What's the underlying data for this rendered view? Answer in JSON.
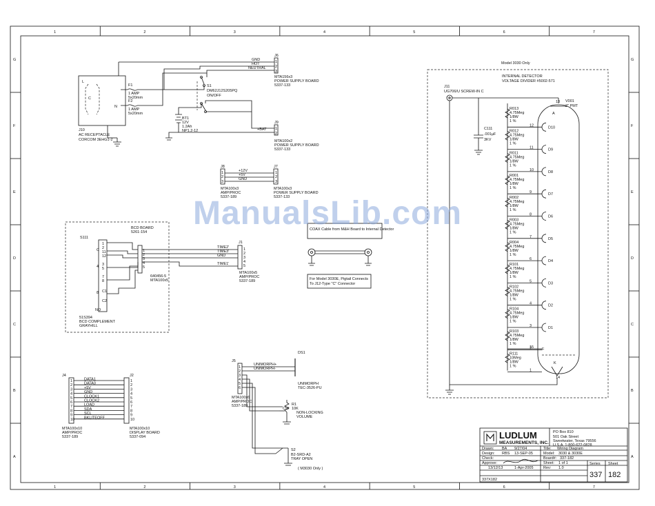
{
  "grid": {
    "cols": [
      "1",
      "2",
      "3",
      "4",
      "5",
      "6",
      "7"
    ],
    "rows": [
      "G",
      "F",
      "E",
      "D",
      "C",
      "B",
      "A"
    ]
  },
  "watermark": "ManualsLib.com",
  "power": {
    "j6": {
      "ref": "J6",
      "pins": [
        "1",
        "2",
        "3"
      ],
      "wires": [
        "GND",
        "HOT",
        "NEUTRAL"
      ],
      "part": "MTA156x3",
      "board": "POWER SUPPLY BOARD",
      "num": "5337-133"
    },
    "fuses": [
      {
        "ref": "F1",
        "rating": "1 AMP",
        "size": "5x20mm"
      },
      {
        "ref": "F2",
        "rating": "1 AMP",
        "size": "5x20mm"
      }
    ],
    "switch": {
      "ref": "S1",
      "part": "DM62J12S205PQ",
      "desc": "ON/OFF"
    },
    "battery": {
      "ref": "BT1",
      "v": "12V",
      "cap": "1.2Ah",
      "part": "NP1.2-12"
    },
    "receptacle": {
      "ref": "J10",
      "desc": "AC RECEPTACLE",
      "part": "CORCOM 3EHG1-2",
      "pins": [
        "L",
        "C",
        "N"
      ]
    },
    "j9": {
      "ref": "J9",
      "pins": [
        "1",
        "2"
      ],
      "wire": "+BAT",
      "part": "MTA100x2",
      "board": "POWER SUPPLY BOARD",
      "num": "5337-133"
    }
  },
  "j8": {
    "ref": "J8",
    "pins": [
      "1",
      "2",
      "3"
    ],
    "wires": [
      "+12V",
      "+5V",
      "GND"
    ],
    "part": "MTA100x3",
    "board": "AMP/PROC",
    "num": "5337-189"
  },
  "j7": {
    "ref": "J7",
    "pins": [
      "1",
      "2",
      "3"
    ],
    "part": "MTA100x3",
    "board": "POWER SUPPLY BOARD",
    "num": "5337-133"
  },
  "bcd": {
    "title": "BCD BOARD",
    "num": "5261-154",
    "s111": "S111",
    "left_pins": [
      "1",
      "2",
      "11",
      "12",
      "3",
      "5",
      "7",
      "8",
      "C1",
      "C2"
    ],
    "left_labels": [
      "C",
      "4",
      "8",
      "NO"
    ],
    "conn": {
      "ref": "640456-5",
      "part": "MTA100x5",
      "pins": [
        "1",
        "2",
        "3",
        "4",
        "5"
      ]
    },
    "sw_part": "51S394",
    "sw_desc": "BCD COMPLEMENT",
    "sw_mfr": "GRAYHILL",
    "j1": {
      "ref": "J1",
      "pins": [
        "1",
        "2",
        "3",
        "4",
        "5"
      ],
      "wires": [
        "TIME2'",
        "TIME3'",
        "GND",
        "TIME1'"
      ],
      "part": "MTA100x5",
      "board": "AMP/PROC",
      "num": "5337-189"
    }
  },
  "coax": {
    "note1": "COAX Cable from M&H Board to Internal Detector",
    "note2_l1": "For Model 3030E, Pigtail Connects",
    "note2_l2": "To J12-Type \"C\" Connector"
  },
  "detector": {
    "model": "Model 3030 Only",
    "title": "INTERNAL DETECTOR",
    "sub": "VOLTAGE DIVIDER #5002-571",
    "j11": "J11",
    "j11_part": "UG706/U SCREW-IN C",
    "c111": {
      "ref": "C111",
      "val": ".001µF",
      "v": "3KV"
    },
    "v001": {
      "ref": "V001",
      "desc": "2\" PMT"
    },
    "resistors": [
      {
        "ref": "R013",
        "val": "4.75Meg"
      },
      {
        "ref": "R012",
        "val": "4.75Meg"
      },
      {
        "ref": "R011",
        "val": "4.75Meg"
      },
      {
        "ref": "R001",
        "val": "4.75Meg"
      },
      {
        "ref": "R002",
        "val": "4.75Meg"
      },
      {
        "ref": "R003",
        "val": "4.75Meg"
      },
      {
        "ref": "R004",
        "val": "4.75Meg"
      },
      {
        "ref": "R101",
        "val": "4.75Meg"
      },
      {
        "ref": "R102",
        "val": "4.75Meg"
      },
      {
        "ref": "R104",
        "val": "4.75Meg"
      },
      {
        "ref": "R103",
        "val": "4.75Meg"
      },
      {
        "ref": "R111",
        "val": "10Meg"
      }
    ],
    "r_w": "1/8W",
    "r_tol": "1 %",
    "pins": [
      "13",
      "12",
      "11",
      "10",
      "9",
      "8",
      "7",
      "6",
      "5",
      "4",
      "3",
      "2",
      "1",
      "15",
      "14"
    ],
    "dynodes": [
      "D10",
      "D9",
      "D8",
      "D7",
      "D6",
      "D5",
      "D4",
      "D3",
      "D2",
      "D1"
    ],
    "anode": "A",
    "focus": "F",
    "cathode": "K"
  },
  "j4": {
    "ref": "J4",
    "pins": [
      "1",
      "2",
      "3",
      "4",
      "5",
      "6",
      "7",
      "8",
      "9",
      "10"
    ],
    "wires": [
      "DATA1",
      "DATA0",
      "+5V",
      "GND",
      "CLOCK1",
      "CLOCK2",
      "LOAD",
      "SDA",
      "SCL",
      "BKLITEOFF"
    ],
    "part": "MTA100x10",
    "board": "AMP/PROC",
    "num": "5337-189"
  },
  "j2": {
    "ref": "J2",
    "part": "MTA100x10",
    "board": "DISPLAY BOARD",
    "num": "5337-094"
  },
  "j5": {
    "ref": "J5",
    "pins": [
      "1",
      "2",
      "3",
      "4",
      "5",
      "6"
    ],
    "wires": [
      "UNIMORPH+",
      "UNIMORPH-"
    ],
    "part": "MTA100x6",
    "board": "AMP/PROC",
    "num": "5337-189",
    "ds1": "DS1",
    "ds1_l1": "UNIMORPH",
    "ds1_l2": "TEC-3526-PU",
    "r1": {
      "ref": "R1",
      "val": "10K",
      "l1": "NON-LOCKING",
      "l2": "VOLUME",
      "cw": "CW"
    },
    "s2": {
      "ref": "S2",
      "part": "B2-SRD-A2",
      "desc": "TRAY OPEN",
      "note": "( M3030 Only )"
    }
  },
  "title_block": {
    "company_l1": "LUDLUM",
    "company_l2": "MEASUREMENTS, INC.",
    "addr1": "PO Box 810",
    "addr2": "501 Oak Street",
    "addr3": "Sweetwater, Texas  79556",
    "addr4": "U.S.A.  1-800-622-0828",
    "drawn_k": "Drawn:",
    "drawn_n": "BA",
    "drawn_d": "9/27/04",
    "design_k": "Design:",
    "design_n": "RBS",
    "design_d": "13-SEP-05",
    "check_k": "Check:",
    "approve_k": "Approve:",
    "approve_n": "13/12/13",
    "approve_d": "1-Apr-2005",
    "title_k": "Title:",
    "title_v": "Wiring Diagram",
    "model_k": "Model:",
    "model_v": "3030 & 3030E",
    "board_k": "Board#:",
    "board_v": "337-182",
    "sheet_k": "Sheet:",
    "sheet_v": "1  of  1",
    "rev_k": "Rev:",
    "rev_v": "1.0",
    "series_k": "Series",
    "series_v": "337",
    "sheetno_k": "Sheet",
    "sheetno_v": "182",
    "docnum": "337X182"
  }
}
